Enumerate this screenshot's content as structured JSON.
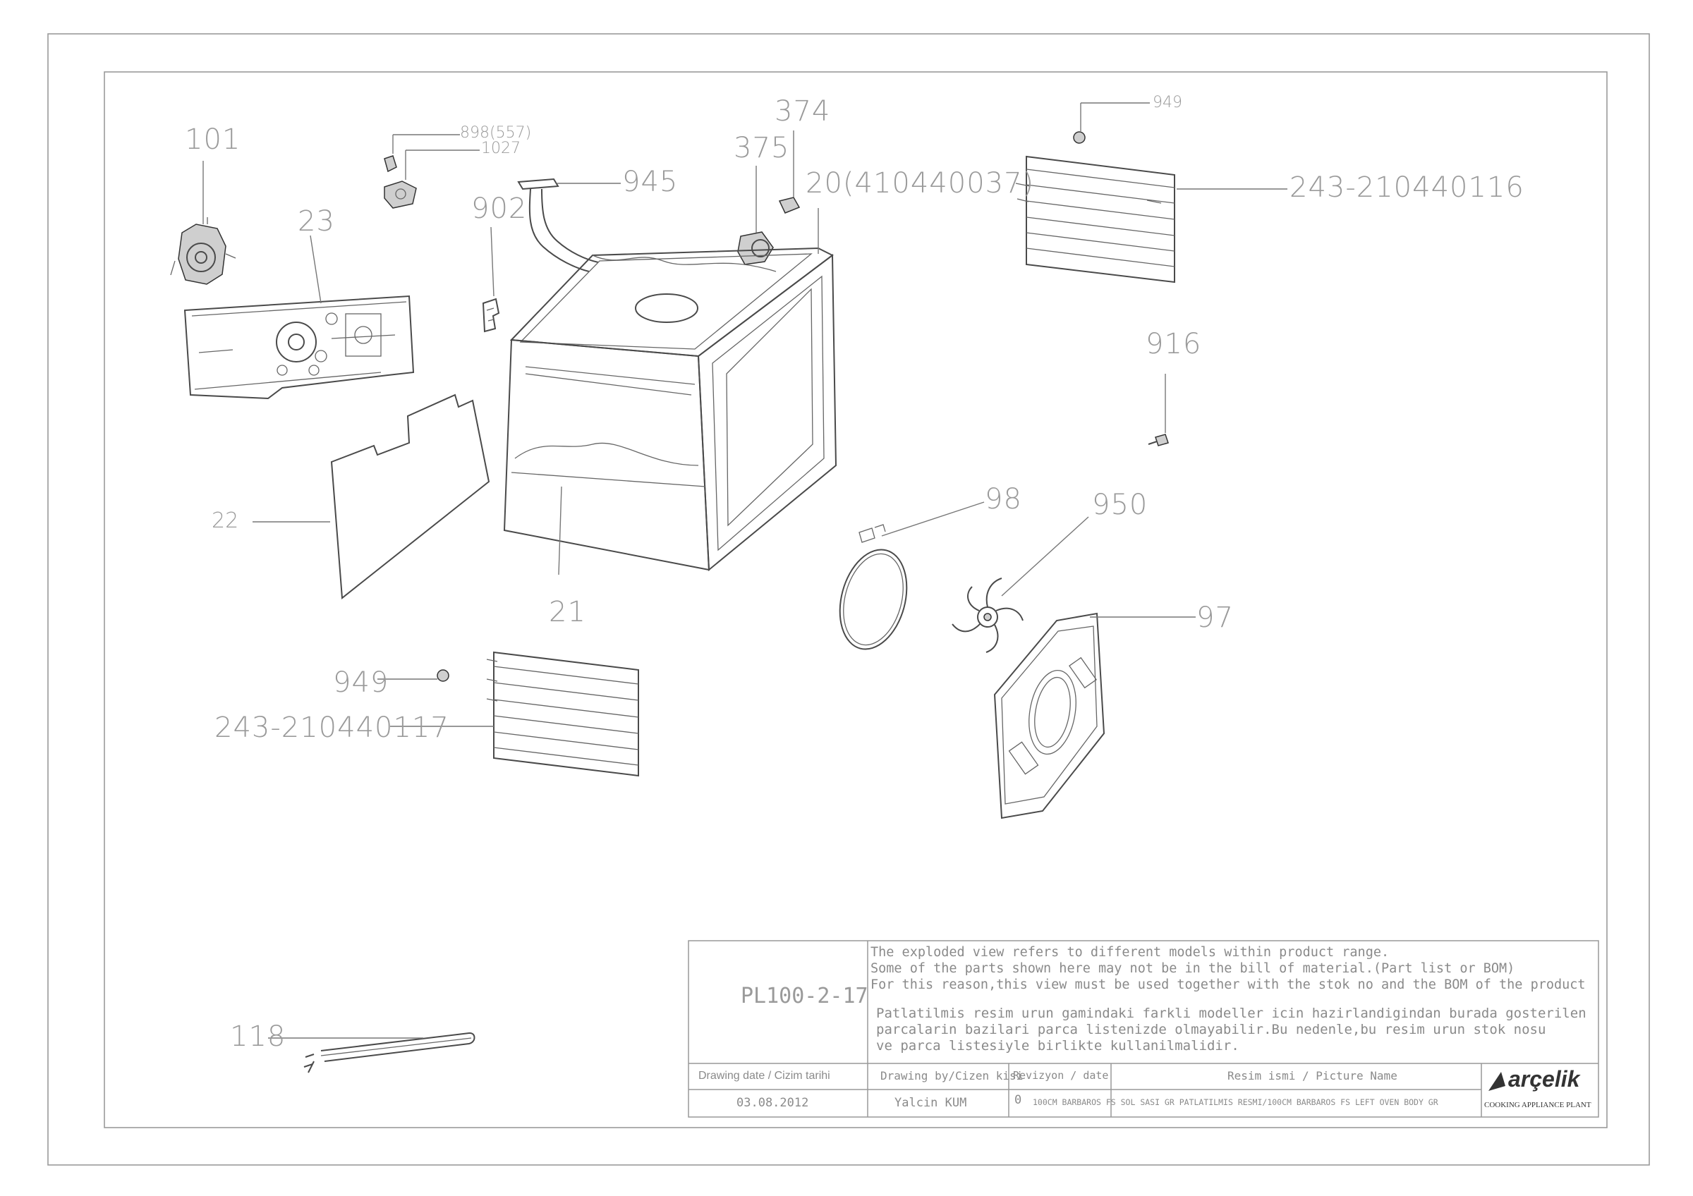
{
  "labels": {
    "p101": "101",
    "p898": "898(557)",
    "p1027": "1027",
    "p945": "945",
    "p374": "374",
    "p375": "375",
    "p20": "20(410440037)",
    "p949_top": "949",
    "p243_116": "243-210440116",
    "p23": "23",
    "p902": "902",
    "p916": "916",
    "p22": "22",
    "p21": "21",
    "p98": "98",
    "p950": "950",
    "p97": "97",
    "p949_bottom": "949",
    "p243_117": "243-210440117",
    "p118": "118"
  },
  "title_block": {
    "code": "PL100-2-17",
    "note_en_1": "The exploded view refers to different models within product range.",
    "note_en_2": "Some of the parts shown here may not be in the bill of material.(Part list or BOM)",
    "note_en_3": "For this reason,this view must be used together with the stok no and the BOM of the product",
    "note_tr_1": "Patlatilmis resim urun gamindaki farkli modeller icin hazirlandigindan burada gosterilen",
    "note_tr_2": "parcalarin bazilari parca listenizde olmayabilir.Bu nedenle,bu resim urun stok nosu",
    "note_tr_3": "ve parca listesiyle birlikte kullanilmalidir.",
    "hdr_date": "Drawing date / Cizim tarihi",
    "hdr_by": "Drawing by/Cizen kisi",
    "hdr_rev": "Revizyon / date",
    "hdr_name": "Resim ismi / Picture Name",
    "date": "03.08.2012",
    "by": "Yalcin KUM",
    "rev": "0",
    "picture_name": "100CM BARBAROS FS SOL SASI GR PATLATILMIS RESMI/100CM BARBAROS FS LEFT OVEN BODY GR",
    "logo_text": "arçelik",
    "plant": "COOKING APPLIANCE PLANT"
  },
  "colors": {
    "line": "#4a4a4a",
    "label": "#9a9a9a",
    "frame": "#9a9a9a"
  }
}
